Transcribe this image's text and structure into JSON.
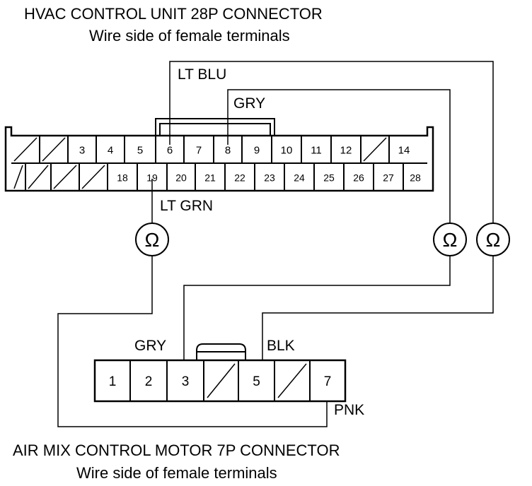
{
  "hvac_connector": {
    "title": "HVAC CONTROL UNIT 28P CONNECTOR",
    "subtitle": "Wire side of female terminals",
    "top_row": [
      "",
      "",
      "3",
      "4",
      "5",
      "6",
      "7",
      "8",
      "9",
      "10",
      "11",
      "12",
      "",
      "14"
    ],
    "bottom_row": [
      "",
      "",
      "",
      "",
      "18",
      "19",
      "20",
      "21",
      "22",
      "23",
      "24",
      "25",
      "26",
      "27",
      "28"
    ]
  },
  "motor_connector": {
    "title": "AIR MIX CONTROL MOTOR 7P CONNECTOR",
    "subtitle": "Wire side of female terminals",
    "pins": [
      "1",
      "2",
      "3",
      "",
      "5",
      "",
      "7"
    ]
  },
  "wires": {
    "lt_blu": "LT BLU",
    "gry_top": "GRY",
    "lt_grn": "LT GRN",
    "gry_bottom": "GRY",
    "blk": "BLK",
    "pnk": "PNK"
  },
  "meter_symbol": "Ω"
}
